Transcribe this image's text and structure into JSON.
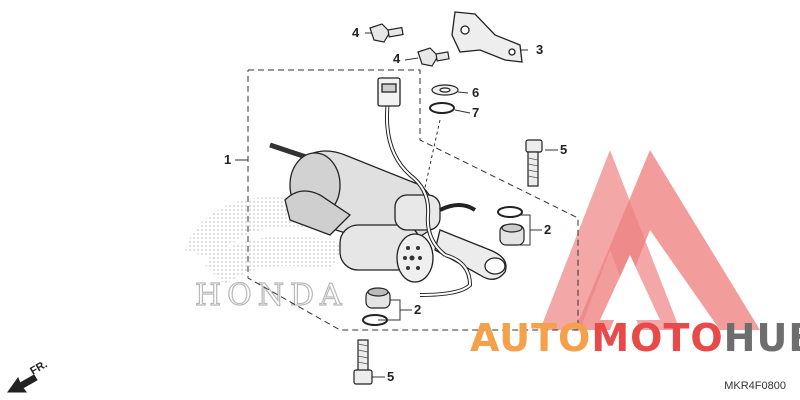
{
  "callouts": [
    "1",
    "2",
    "2",
    "3",
    "4",
    "4",
    "5",
    "5",
    "6",
    "7"
  ],
  "direction_label": "FR.",
  "diagram_code": "MKR4F0800",
  "watermark": {
    "part1": "AUTO",
    "part2": "MOTO",
    "part3": "HUB",
    "orange": "#f5a04a",
    "red": "#e84a4a",
    "gray": "#6e6e6e"
  },
  "brand_watermark": "HONDA"
}
